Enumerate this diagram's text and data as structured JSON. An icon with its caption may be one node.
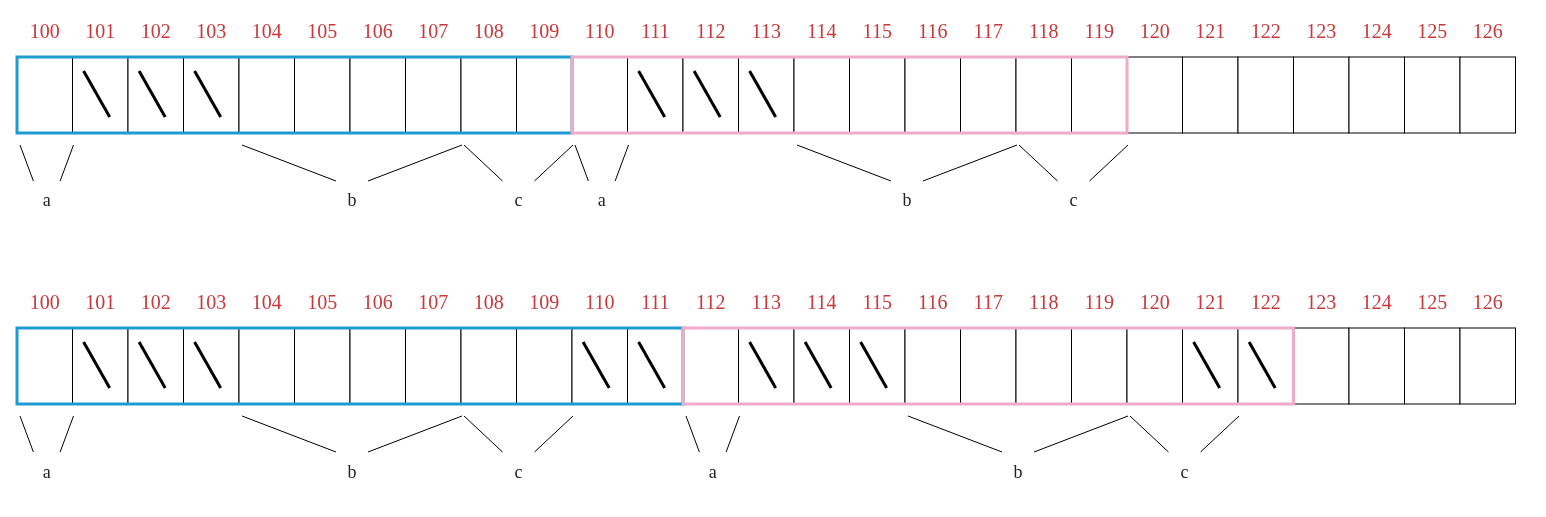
{
  "diagram": {
    "labels": [
      "100",
      "101",
      "102",
      "103",
      "104",
      "105",
      "106",
      "107",
      "108",
      "109",
      "110",
      "111",
      "112",
      "113",
      "114",
      "115",
      "116",
      "117",
      "118",
      "119",
      "120",
      "121",
      "122",
      "123",
      "124",
      "125",
      "126",
      "a",
      "b",
      "c",
      "a",
      "b",
      "c",
      "100",
      "101",
      "102",
      "103",
      "104",
      "105",
      "106",
      "107",
      "108",
      "109",
      "110",
      "111",
      "112",
      "113",
      "114",
      "115",
      "116",
      "117",
      "118",
      "119",
      "120",
      "121",
      "122",
      "123",
      "124",
      "125",
      "126",
      "a",
      "b",
      "c",
      "a",
      "b",
      "c"
    ]
  }
}
